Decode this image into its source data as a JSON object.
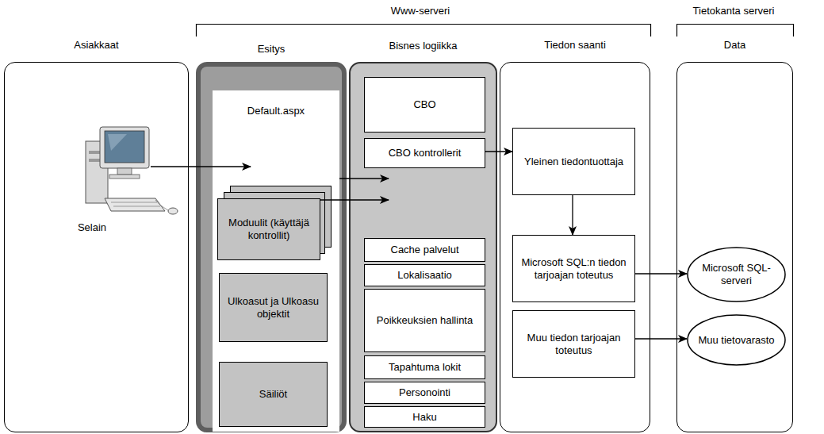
{
  "diagram": {
    "nodes": [
      {
        "text": [
          "Asiakkaat",
          "Selain"
        ]
      },
      {
        "text": [
          "Esitys"
        ]
      },
      {
        "text": [
          "Default.aspx"
        ],
        "in": 1
      },
      {
        "text": [
          "Moduulit (käyttäjä kontrollit)"
        ],
        "in": 2
      },
      {
        "text": [
          "Ulkoasut ja Ulkoasu objektit"
        ],
        "in": 2
      },
      {
        "text": [
          "Säiliöt"
        ],
        "in": 2
      },
      {
        "text": [
          "Bisnes logiikka"
        ]
      },
      {
        "text": [
          "CBO"
        ],
        "in": 6
      },
      {
        "text": [
          "CBO kontrollerit"
        ],
        "in": 6
      },
      {
        "text": [
          "Cache palvelut"
        ],
        "in": 6
      },
      {
        "text": [
          "Lokalisaatio"
        ],
        "in": 6
      },
      {
        "text": [
          "Poikkeuksien hallinta"
        ],
        "in": 6
      },
      {
        "text": [
          "Tapahtuma lokit"
        ],
        "in": 6
      },
      {
        "text": [
          "Personointi"
        ],
        "in": 6
      },
      {
        "text": [
          "Haku"
        ],
        "in": 6
      },
      {
        "text": [
          "Tiedon saanti"
        ]
      },
      {
        "text": [
          "Yleinen tiedontuottaja"
        ],
        "in": 15
      },
      {
        "text": [
          "Microsoft SQL:n tiedon tarjoajan toteutus"
        ],
        "in": 15
      },
      {
        "text": [
          "Muu tiedon tarjoajan toteutus"
        ],
        "in": 15
      },
      {
        "text": [
          "Data"
        ]
      },
      {
        "text": [
          "Microsoft SQL-serveri"
        ],
        "in": 19
      },
      {
        "text": [
          "Muu tietovarasto"
        ],
        "in": 19
      }
    ],
    "edges": [
      {
        "from": 0,
        "to": 2,
        "arrow": "to"
      },
      {
        "from": 2,
        "to": 6,
        "arrow": "to"
      },
      {
        "from": 3,
        "to": 6,
        "arrow": "to"
      },
      {
        "from": 8,
        "to": 16,
        "arrow": "to"
      },
      {
        "from": 16,
        "to": 17,
        "arrow": "to"
      },
      {
        "from": 17,
        "to": 20,
        "arrow": "to"
      },
      {
        "from": 18,
        "to": 21,
        "arrow": "to"
      }
    ],
    "labels": [
      "Www-serveri",
      "Tietokanta serveri"
    ]
  }
}
